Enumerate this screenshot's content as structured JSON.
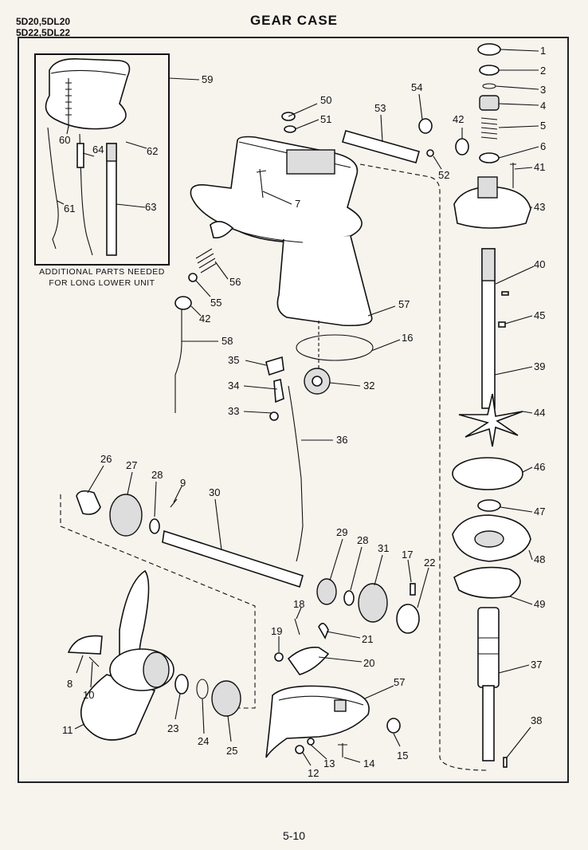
{
  "header": {
    "models_line1": "5D20,5DL20",
    "models_line2": "5D22,5DL22",
    "title": "GEAR CASE"
  },
  "inset": {
    "caption_line1": "ADDITIONAL PARTS NEEDED",
    "caption_line2": "FOR LONG LOWER UNIT",
    "ref": "59"
  },
  "footer": {
    "page": "5-10"
  },
  "callouts": [
    {
      "id": "c1",
      "label": "1"
    },
    {
      "id": "c2",
      "label": "2"
    },
    {
      "id": "c3",
      "label": "3"
    },
    {
      "id": "c4",
      "label": "4"
    },
    {
      "id": "c5",
      "label": "5"
    },
    {
      "id": "c6",
      "label": "6"
    },
    {
      "id": "c7",
      "label": "7"
    },
    {
      "id": "c8",
      "label": "8"
    },
    {
      "id": "c9",
      "label": "9"
    },
    {
      "id": "c10",
      "label": "10"
    },
    {
      "id": "c11",
      "label": "11"
    },
    {
      "id": "c12",
      "label": "12"
    },
    {
      "id": "c13",
      "label": "13"
    },
    {
      "id": "c14",
      "label": "14"
    },
    {
      "id": "c15",
      "label": "15"
    },
    {
      "id": "c16",
      "label": "16"
    },
    {
      "id": "c17",
      "label": "17"
    },
    {
      "id": "c18",
      "label": "18"
    },
    {
      "id": "c19",
      "label": "19"
    },
    {
      "id": "c20",
      "label": "20"
    },
    {
      "id": "c21",
      "label": "21"
    },
    {
      "id": "c22",
      "label": "22"
    },
    {
      "id": "c23",
      "label": "23"
    },
    {
      "id": "c24",
      "label": "24"
    },
    {
      "id": "c25",
      "label": "25"
    },
    {
      "id": "c26",
      "label": "26"
    },
    {
      "id": "c27",
      "label": "27"
    },
    {
      "id": "c28a",
      "label": "28"
    },
    {
      "id": "c28b",
      "label": "28"
    },
    {
      "id": "c29",
      "label": "29"
    },
    {
      "id": "c30",
      "label": "30"
    },
    {
      "id": "c31",
      "label": "31"
    },
    {
      "id": "c32",
      "label": "32"
    },
    {
      "id": "c33",
      "label": "33"
    },
    {
      "id": "c34",
      "label": "34"
    },
    {
      "id": "c35",
      "label": "35"
    },
    {
      "id": "c36",
      "label": "36"
    },
    {
      "id": "c37",
      "label": "37"
    },
    {
      "id": "c38",
      "label": "38"
    },
    {
      "id": "c39",
      "label": "39"
    },
    {
      "id": "c40",
      "label": "40"
    },
    {
      "id": "c41",
      "label": "41"
    },
    {
      "id": "c42a",
      "label": "42"
    },
    {
      "id": "c42b",
      "label": "42"
    },
    {
      "id": "c43",
      "label": "43"
    },
    {
      "id": "c44",
      "label": "44"
    },
    {
      "id": "c45",
      "label": "45"
    },
    {
      "id": "c46",
      "label": "46"
    },
    {
      "id": "c47",
      "label": "47"
    },
    {
      "id": "c48",
      "label": "48"
    },
    {
      "id": "c49",
      "label": "49"
    },
    {
      "id": "c50",
      "label": "50"
    },
    {
      "id": "c51",
      "label": "51"
    },
    {
      "id": "c52",
      "label": "52"
    },
    {
      "id": "c53",
      "label": "53"
    },
    {
      "id": "c54",
      "label": "54"
    },
    {
      "id": "c55",
      "label": "55"
    },
    {
      "id": "c56",
      "label": "56"
    },
    {
      "id": "c57a",
      "label": "57"
    },
    {
      "id": "c57b",
      "label": "57"
    },
    {
      "id": "c58",
      "label": "58"
    },
    {
      "id": "c60",
      "label": "60"
    },
    {
      "id": "c61",
      "label": "61"
    },
    {
      "id": "c62",
      "label": "62"
    },
    {
      "id": "c63",
      "label": "63"
    },
    {
      "id": "c64",
      "label": "64"
    }
  ]
}
